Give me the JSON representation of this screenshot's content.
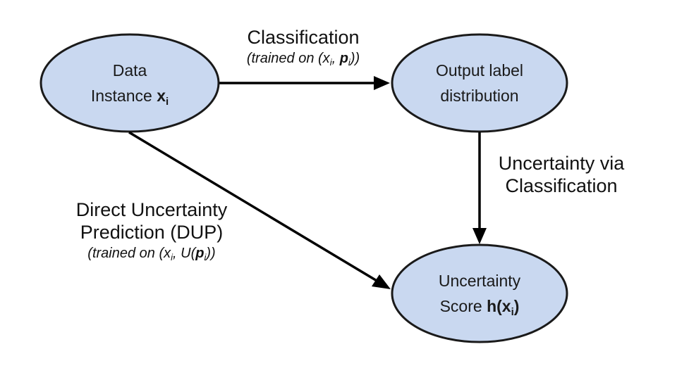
{
  "nodes": {
    "data_instance": {
      "line1": "Data",
      "line2_prefix": "Instance ",
      "var": "x",
      "var_sub": "i"
    },
    "output_label": {
      "line1": "Output label",
      "line2": "distribution"
    },
    "uncertainty_score": {
      "line1": "Uncertainty",
      "line2_prefix": "Score ",
      "func": "h(x",
      "func_sub": "i",
      "func_close": ")"
    }
  },
  "edges": {
    "classification": {
      "title": "Classification",
      "sub_open": "(trained on (x",
      "sub_i1": "i",
      "sub_mid": ", ",
      "sub_p": "p",
      "sub_i2": "i",
      "sub_close": "))"
    },
    "uncertainty_via": {
      "line1": "Uncertainty via",
      "line2": "Classification"
    },
    "dup": {
      "line1": "Direct Uncertainty",
      "line2": "Prediction (DUP)",
      "sub_open": "(trained on (x",
      "sub_i1": "i",
      "sub_mid": ", U(",
      "sub_p": "p",
      "sub_i2": "i",
      "sub_close": "))"
    }
  },
  "colors": {
    "node_fill": "#c9d8f0",
    "node_stroke": "#1a1a1a",
    "edge": "#000000"
  }
}
